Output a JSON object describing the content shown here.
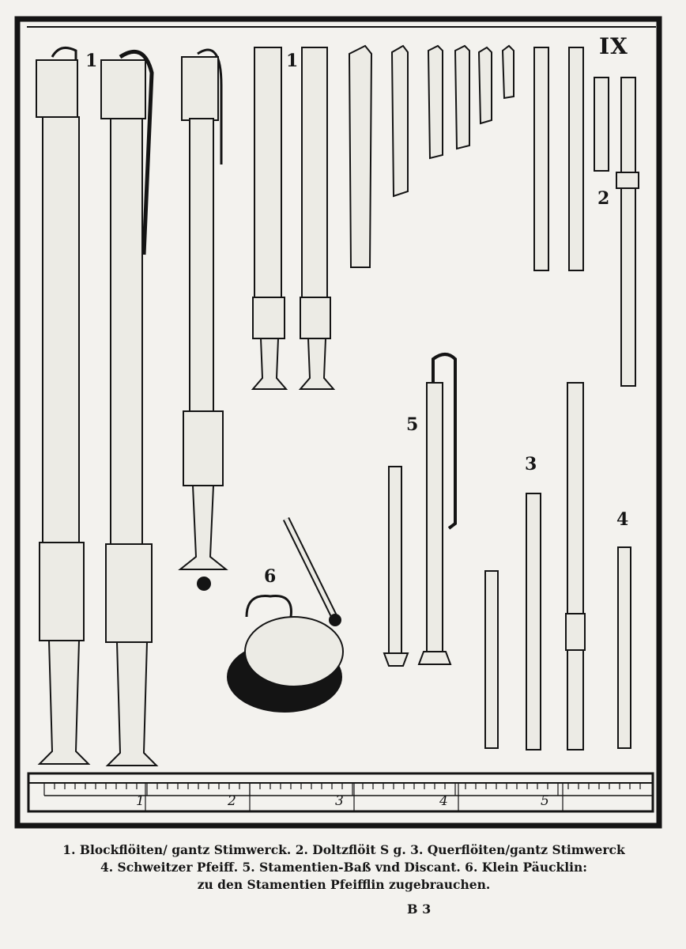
{
  "plate_number": "IX",
  "figure_numbers": [
    "1",
    "1",
    "2",
    "5",
    "3",
    "4",
    "6"
  ],
  "ruler_labels": [
    "1",
    "2",
    "3",
    "4",
    "5"
  ],
  "caption_lines": [
    "1. Blockflöiten/ gantz Stimwerck. 2. Doltzflöit S g. 3. Querflöiten/gantz Stimwerck",
    "4. Schweitzer Pfeiff. 5. Stamentien-Baß vnd Discant. 6. Klein Päucklin:",
    "zu den Stamentien Pfeifflin zugebrauchen."
  ],
  "signature": "B 3"
}
